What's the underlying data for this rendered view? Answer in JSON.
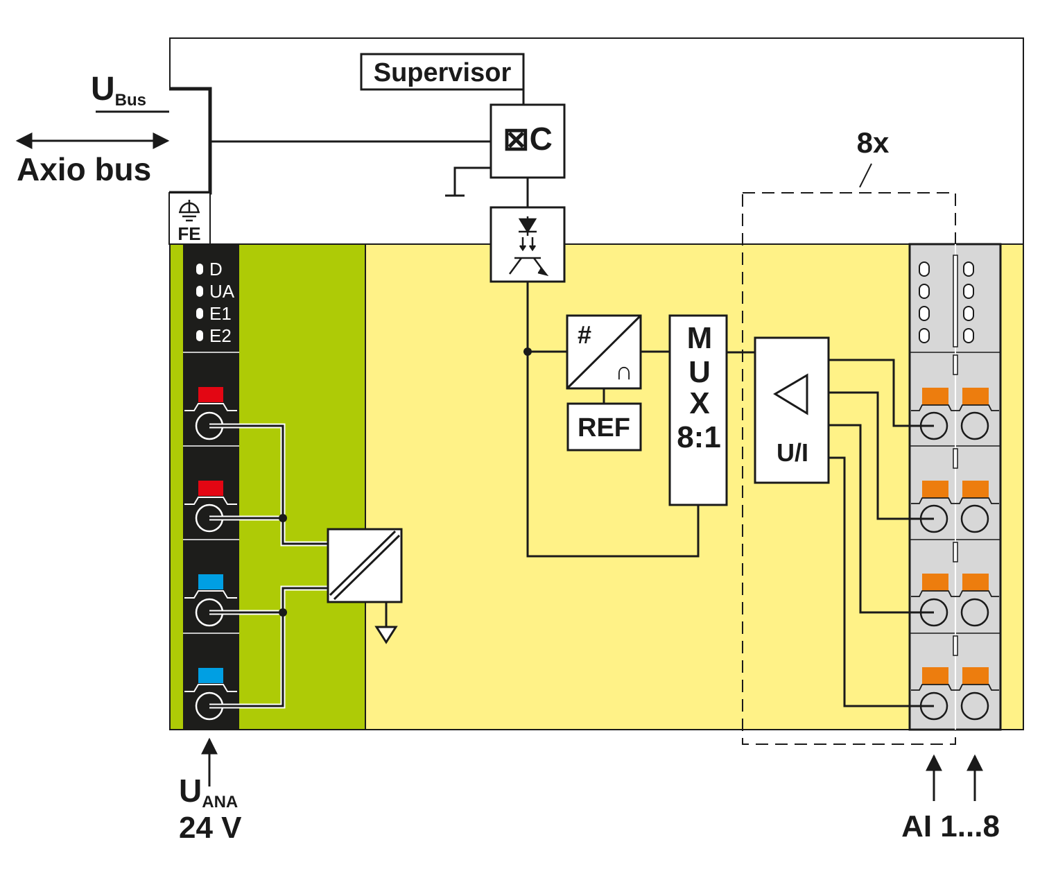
{
  "labels": {
    "ubus_main": "U",
    "ubus_sub": "Bus",
    "axio_bus": "Axio bus",
    "fe": "FE",
    "supervisor": "Supervisor",
    "uc": "⊠C",
    "eight_x": "8x",
    "adc_hash": "#",
    "adc_cap": "∩",
    "ref": "REF",
    "mux_m": "M",
    "mux_u": "U",
    "mux_x": "X",
    "mux_ratio": "8:1",
    "ui": "U/I",
    "uana_main": "U",
    "uana_sub": "ANA",
    "uana_voltage": "24 V",
    "ai_range": "AI 1...8"
  },
  "leds": [
    "D",
    "UA",
    "E1",
    "E2"
  ],
  "colors": {
    "green_zone": "#aecb06",
    "yellow_zone": "#fff287",
    "black_strip": "#1d1d1b",
    "terminal_gray": "#d7d7d7",
    "orange_tab": "#ed7d0e",
    "red_tab": "#e30613",
    "blue_tab": "#009fe3",
    "line": "#1a1a1a"
  }
}
